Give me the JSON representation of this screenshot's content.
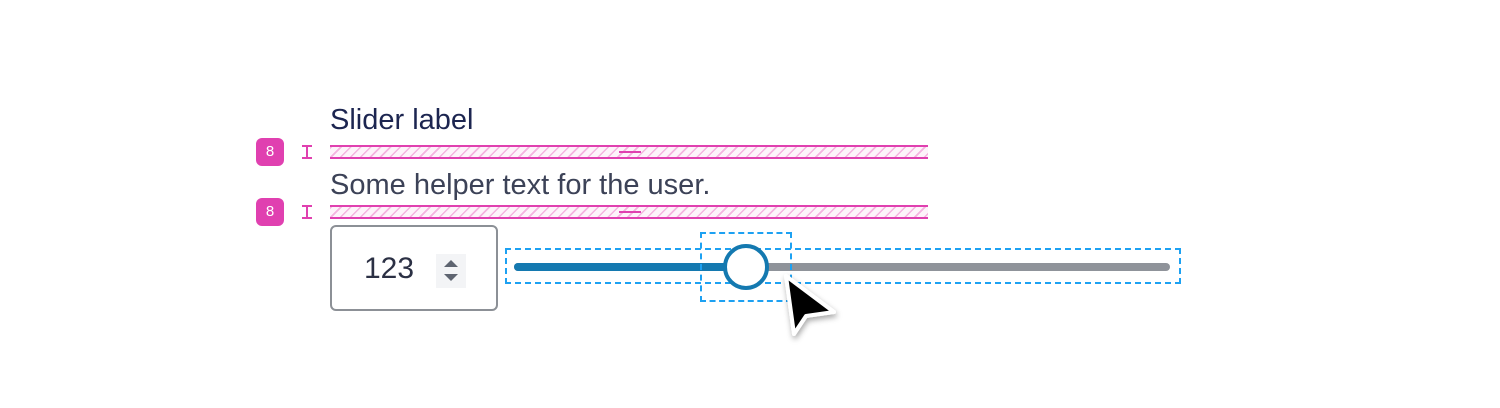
{
  "slider": {
    "label": "Slider label",
    "helper_text": "Some helper text for the user.",
    "value": "123",
    "value_percent": 35,
    "stepper_icon": "up-down-stepper-icon"
  },
  "annotations": {
    "spacing_label_to_helper": "8",
    "spacing_helper_to_control": "8",
    "spacing_icon": "i-beam-spacing-icon"
  },
  "colors": {
    "accent": "#1479b0",
    "track": "#8f939a",
    "annotation": "#e040b0",
    "focus_outline": "#1da1f2",
    "label_text": "#1c2550"
  },
  "cursor": {
    "icon": "mouse-pointer-icon"
  }
}
